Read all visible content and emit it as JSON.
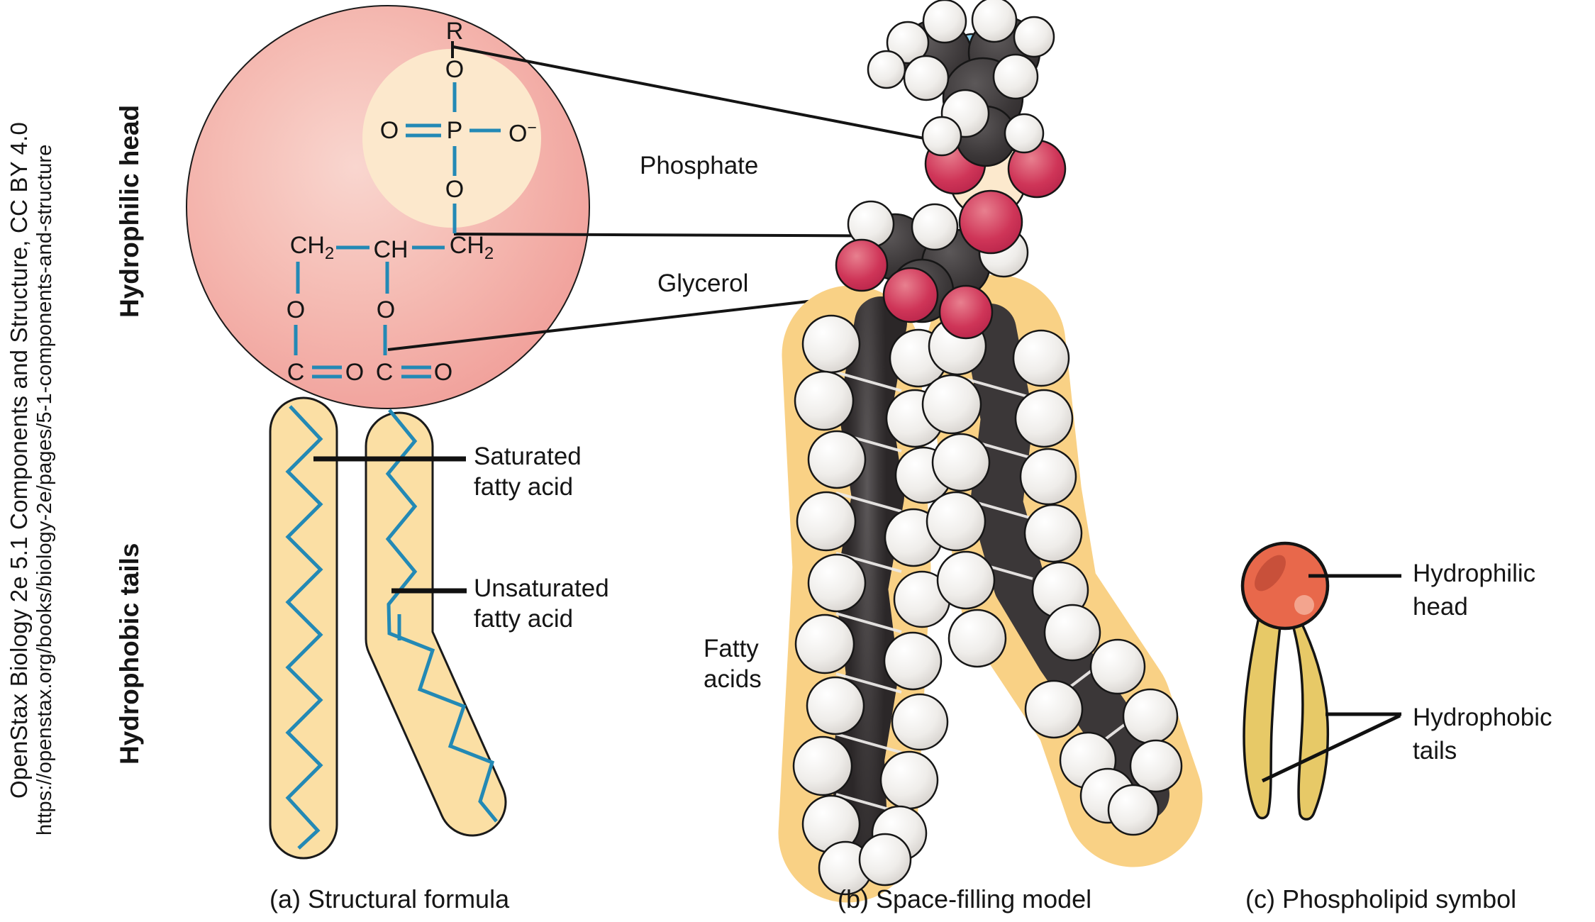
{
  "attribution": {
    "citation": "OpenStax Biology 2e 5.1 Components and Structure, CC BY 4.0",
    "url": "https://openstax.org/books/biology-2e/pages/5-1-components-and-structure"
  },
  "side_labels": {
    "hydrophilic_head": "Hydrophilic head",
    "hydrophobic_tails": "Hydrophobic tails"
  },
  "panel_a": {
    "caption": "(a) Structural formula",
    "formula": {
      "r_group": "R",
      "o_top": "O",
      "o_double": "O",
      "p": "P",
      "o_neg_base": "O",
      "o_neg_charge": "−",
      "o_below_p": "O",
      "ch2_left_base": "CH",
      "ch2_left_sub": "2",
      "ch_center": "CH",
      "ch2_right_base": "CH",
      "ch2_right_sub": "2",
      "o_ester_left": "O",
      "o_ester_right": "O",
      "c_left": "C",
      "o_carbonyl_left": "O",
      "c_right": "C",
      "o_carbonyl_right": "O"
    },
    "labels": {
      "saturated_line1": "Saturated",
      "saturated_line2": "fatty acid",
      "unsaturated_line1": "Unsaturated",
      "unsaturated_line2": "fatty acid"
    }
  },
  "panel_b": {
    "caption": "(b) Space-filling model",
    "labels": {
      "phosphate": "Phosphate",
      "glycerol": "Glycerol",
      "fatty_line1": "Fatty",
      "fatty_line2": "acids"
    }
  },
  "panel_c": {
    "caption": "(c) Phospholipid symbol",
    "labels": {
      "head_line1": "Hydrophilic",
      "head_line2": "head",
      "tails_line1": "Hydrophobic",
      "tails_line2": "tails"
    }
  },
  "colors": {
    "bond_blue": "#2389B5",
    "head_circle_edge": "#EF9792",
    "head_circle_center": "#F9D6CF",
    "inner_circle_cream": "#FCE8CC",
    "tail_yellow_a": "#FBDFA4",
    "highlight_yellow_b": "#F9D185",
    "symbol_tail_yellow": "#E7C967",
    "symbol_head_orange": "#E8684B",
    "symbol_head_dark": "#C8503A",
    "symbol_head_light": "#F3A48E",
    "oxygen_red": "#C62A52",
    "phosphorus_peach": "#FCE9CD",
    "carbon_dark": "#3B3738",
    "hydrogen_white": "#F2F0ED",
    "nitrogen_blue": "#8FD6F4",
    "line_black": "#141414"
  }
}
